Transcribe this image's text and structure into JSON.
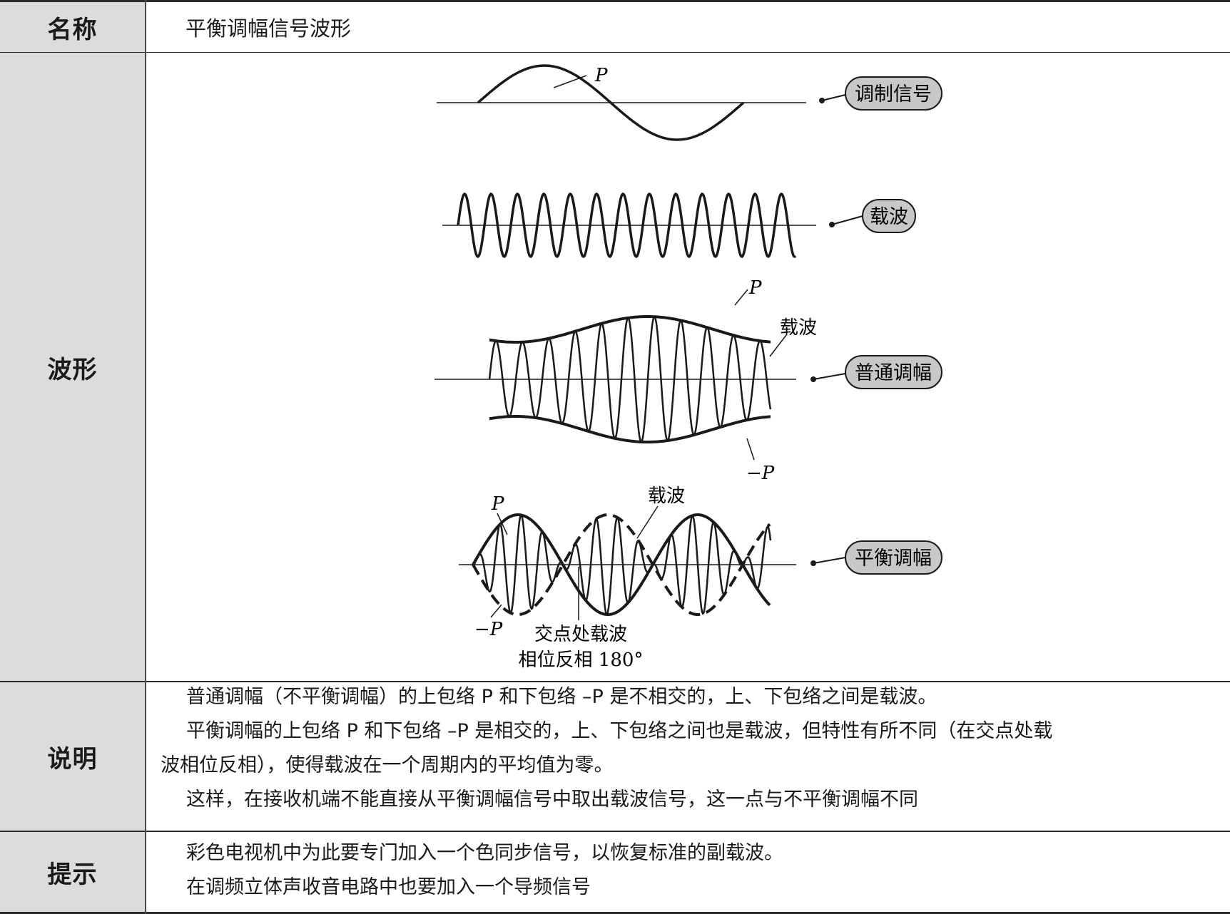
{
  "rows": {
    "name": {
      "label": "名称",
      "value": "平衡调幅信号波形"
    },
    "waveform": {
      "label": "波形",
      "badges": {
        "modulating": "调制信号",
        "carrier": "载波",
        "ordinary_am": "普通调幅",
        "balanced_am": "平衡调幅"
      },
      "annotations": {
        "p": "P",
        "neg_p": "−P",
        "carrier_label": "载波",
        "crossing_line1": "交点处载波",
        "crossing_line2": "相位反相 180°"
      }
    },
    "explanation": {
      "label": "说明",
      "lines": [
        "普通调幅（不平衡调幅）的上包络 P 和下包络 –P 是不相交的，上、下包络之间是载波。",
        "平衡调幅的上包络 P 和下包络 –P 是相交的，上、下包络之间也是载波，但特性有所不同（在交点处载",
        "波相位反相），使得载波在一个周期内的平均值为零。",
        "这样，在接收机端不能直接从平衡调幅信号中取出载波信号，这一点与不平衡调幅不同"
      ]
    },
    "hint": {
      "label": "提示",
      "lines": [
        "彩色电视机中为此要专门加入一个色同步信号，以恢复标准的副载波。",
        "在调频立体声收音电路中也要加入一个导频信号"
      ]
    }
  },
  "colors": {
    "label_bg": "#dcdcdc",
    "badge_bg": "#c8c8c8",
    "ink": "#1a1a1a"
  }
}
